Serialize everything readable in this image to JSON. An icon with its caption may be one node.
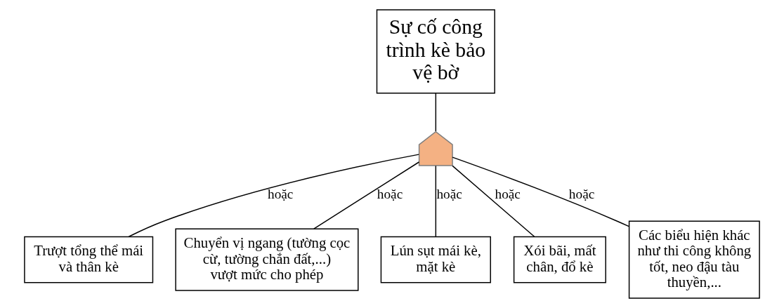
{
  "diagram": {
    "nodes": [
      {
        "text": [
          "Sự cố công trình kè bảo vệ bờ"
        ]
      },
      {
        "text": [],
        "shape": "gate"
      },
      {
        "text": [
          "Trượt tổng thể mái và thân kè"
        ]
      },
      {
        "text": [
          "Chuyển vị ngang (tường cọc cừ, tường chắn đất,...) vượt mức cho phép"
        ]
      },
      {
        "text": [
          "Lún sụt mái kè, mặt kè"
        ]
      },
      {
        "text": [
          "Xói bãi, mất chân, đổ kè"
        ]
      },
      {
        "text": [
          "Các biểu hiện khác như thi công không tốt, neo đậu tàu thuyền,..."
        ]
      }
    ],
    "edges": [
      {
        "from": 0,
        "to": 1,
        "arrow": "none"
      },
      {
        "from": 1,
        "to": 2,
        "arrow": "none",
        "label": "hoặc"
      },
      {
        "from": 1,
        "to": 3,
        "arrow": "none",
        "label": "hoặc"
      },
      {
        "from": 1,
        "to": 4,
        "arrow": "none",
        "label": "hoặc"
      },
      {
        "from": 1,
        "to": 5,
        "arrow": "none",
        "label": "hoặc"
      },
      {
        "from": 1,
        "to": 6,
        "arrow": "none",
        "label": "hoặc"
      }
    ]
  }
}
